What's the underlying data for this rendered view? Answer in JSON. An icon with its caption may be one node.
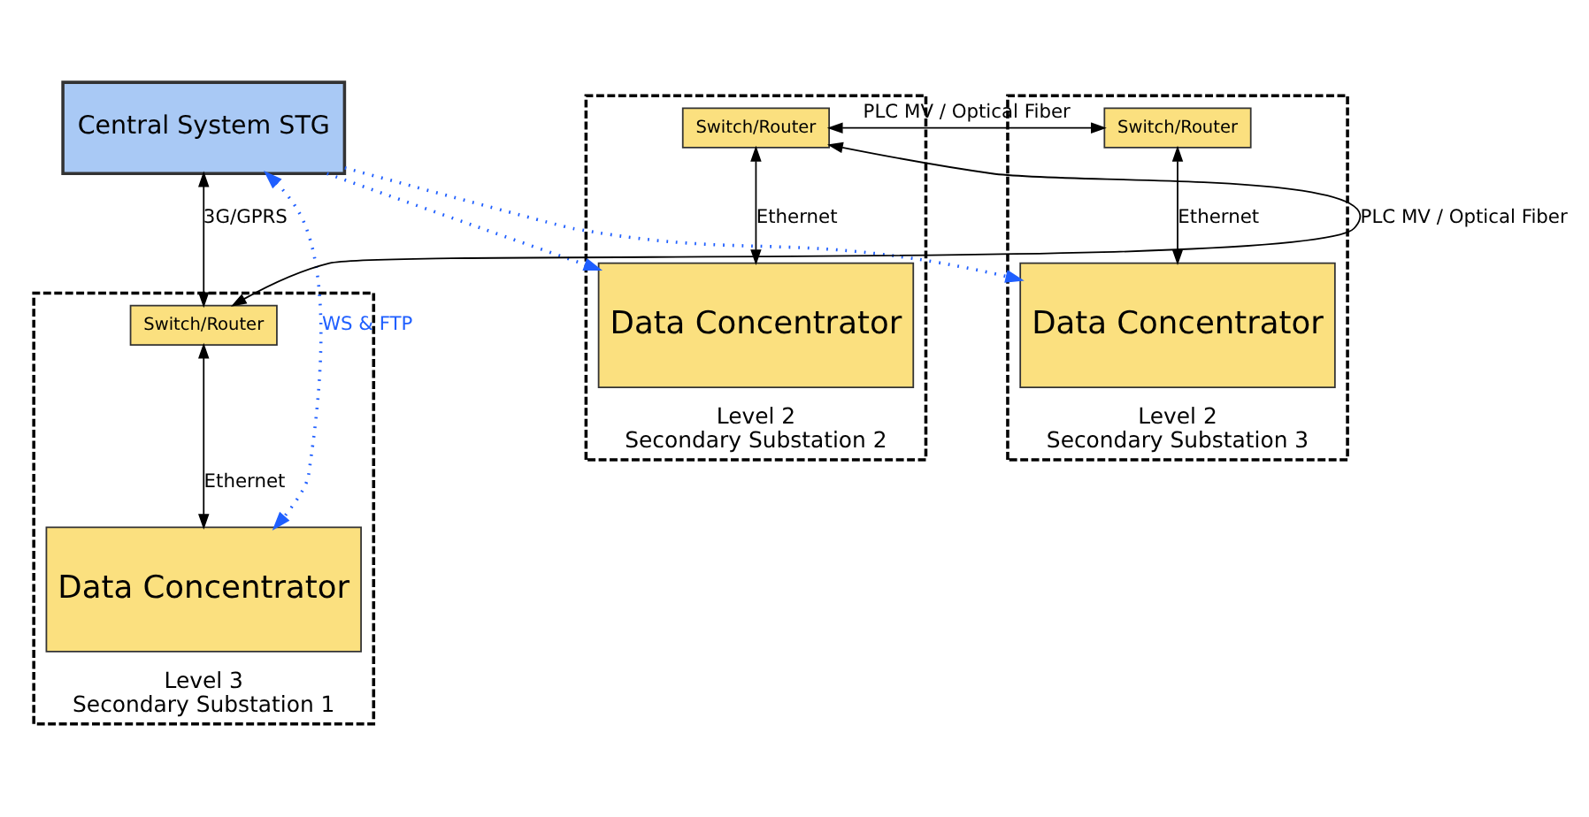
{
  "diagram": {
    "nodes": [
      {
        "text": [
          "Central System STG"
        ]
      },
      {
        "text": [
          "Level 3",
          "Secondary Substation 1"
        ]
      },
      {
        "text": [
          "Switch/Router"
        ],
        "in": 1
      },
      {
        "text": [
          "Data Concentrator"
        ],
        "in": 1
      },
      {
        "text": [
          "Level 2",
          "Secondary Substation 2"
        ]
      },
      {
        "text": [
          "Switch/Router"
        ],
        "in": 4
      },
      {
        "text": [
          "Data Concentrator"
        ],
        "in": 4
      },
      {
        "text": [
          "Level 2",
          "Secondary Substation 3"
        ]
      },
      {
        "text": [
          "Switch/Router"
        ],
        "in": 7
      },
      {
        "text": [
          "Data Concentrator"
        ],
        "in": 7
      }
    ],
    "edges": [
      {
        "from": 0,
        "to": 2,
        "arrow": "both",
        "label": "3G/GPRS"
      },
      {
        "from": 2,
        "to": 5,
        "arrow": "both",
        "label": "PLC MV / Optical Fiber"
      },
      {
        "from": 5,
        "to": 8,
        "arrow": "both",
        "label": "PLC MV / Optical Fiber"
      },
      {
        "from": 2,
        "to": 3,
        "arrow": "both",
        "label": "Ethernet"
      },
      {
        "from": 5,
        "to": 6,
        "arrow": "both",
        "label": "Ethernet"
      },
      {
        "from": 8,
        "to": 9,
        "arrow": "both",
        "label": "Ethernet"
      },
      {
        "from": 0,
        "to": 3,
        "arrow": "both",
        "label": "WS & FTP",
        "style": "dashed",
        "color": "#1f5fff"
      },
      {
        "from": 0,
        "to": 6,
        "arrow": "to",
        "style": "dashed",
        "color": "#1f5fff"
      },
      {
        "from": 0,
        "to": 9,
        "arrow": "to",
        "style": "dashed",
        "color": "#1f5fff"
      }
    ]
  }
}
